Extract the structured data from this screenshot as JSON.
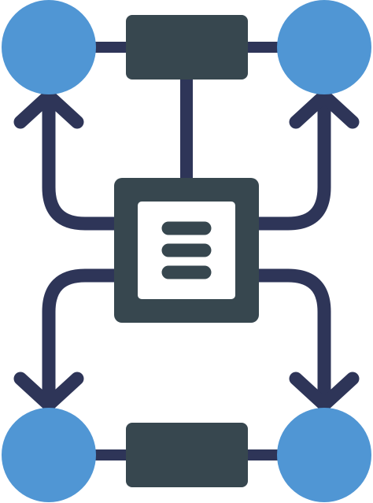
{
  "icon": {
    "name": "workflow-diagram-icon",
    "colors": {
      "background": "#ffffff",
      "node_circle": "#5096d4",
      "box_dark": "#37474f",
      "connector": "#2e3558",
      "panel_light": "#ffffff"
    },
    "parts": {
      "nodes": [
        "top-left",
        "top-right",
        "bottom-left",
        "bottom-right"
      ],
      "boxes": [
        "top-bar",
        "bottom-bar",
        "center-box"
      ],
      "arrows": [
        "up-left",
        "up-right",
        "down-left",
        "down-right"
      ],
      "document_lines": 3
    }
  }
}
